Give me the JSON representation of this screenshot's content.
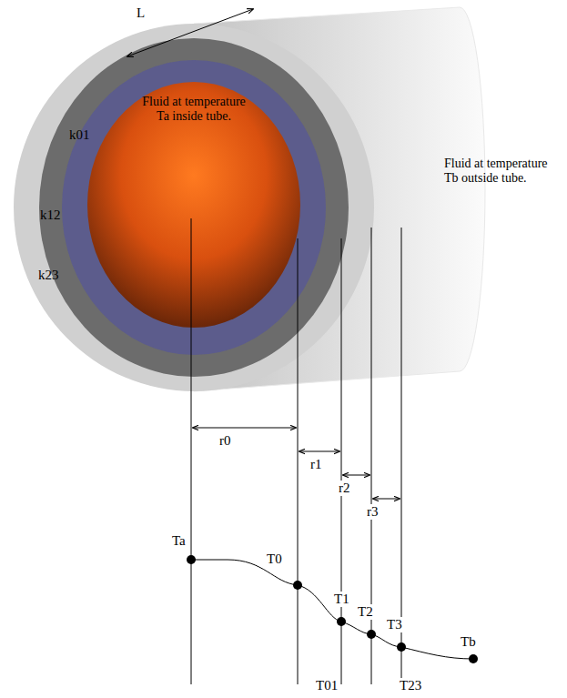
{
  "diagram": {
    "nodes": [
      {
        "text": [
          "Fluid at temperature Ta inside tube."
        ]
      }
    ],
    "labels": [
      "L",
      "k01",
      "k12",
      "k23",
      "Fluid at temperature Tb outside tube.",
      "r0",
      "r1",
      "r2",
      "r3",
      "Ta",
      "T0",
      "T1",
      "T2",
      "T3",
      "Tb",
      "T01",
      "T23"
    ]
  }
}
